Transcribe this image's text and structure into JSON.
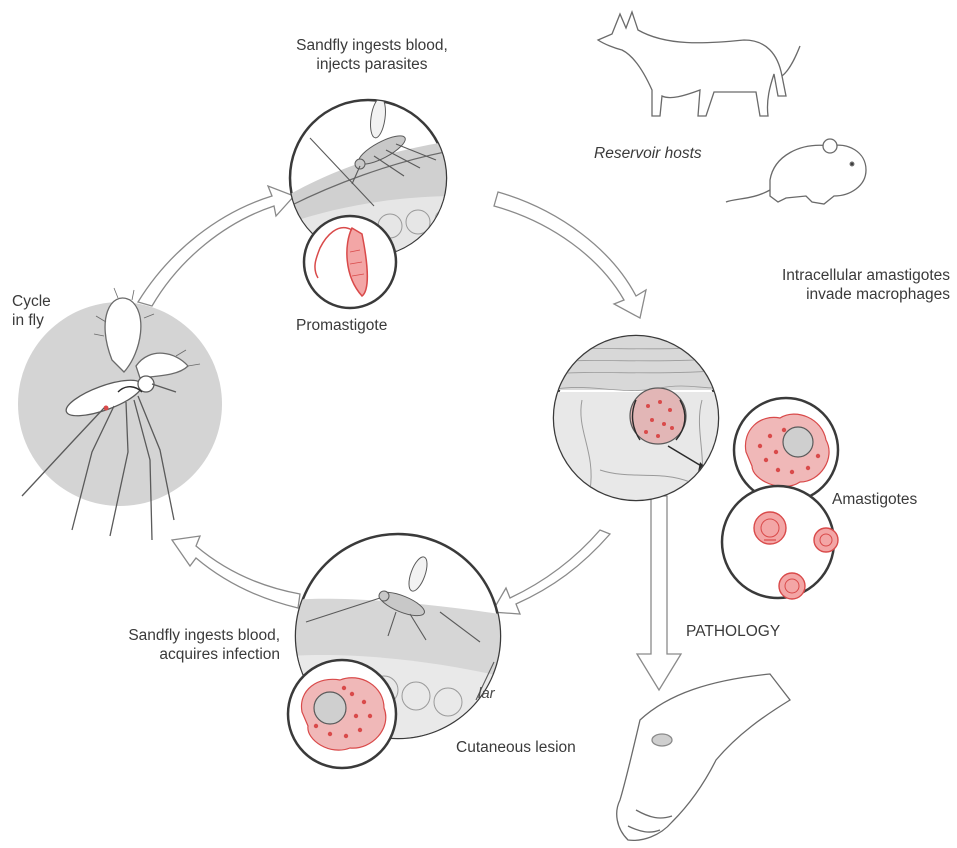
{
  "labels": {
    "top_stage": [
      "Sandfly ingests blood,",
      "injects parasites"
    ],
    "promastigote": "Promastigote",
    "reservoir": "Reservoir hosts",
    "intracellular": [
      "Intracellular amastigotes",
      "invade macrophages"
    ],
    "amastigotes": "Amastigotes",
    "cycle_in_fly": [
      "Cycle",
      "in fly"
    ],
    "bottom_stage": [
      "Sandfly ingests blood,",
      "acquires infection"
    ],
    "pathology": "PATHOLOGY",
    "lesion": "Cutaneous lesion",
    "cut_off_fragment": "lar"
  },
  "colors": {
    "parasite_red": "#d94a4a",
    "parasite_fill": "#f3a6a6",
    "tissue_gray": "#d3d3d3",
    "line_gray": "#7a7a7a",
    "ink": "#3a3a3a"
  }
}
